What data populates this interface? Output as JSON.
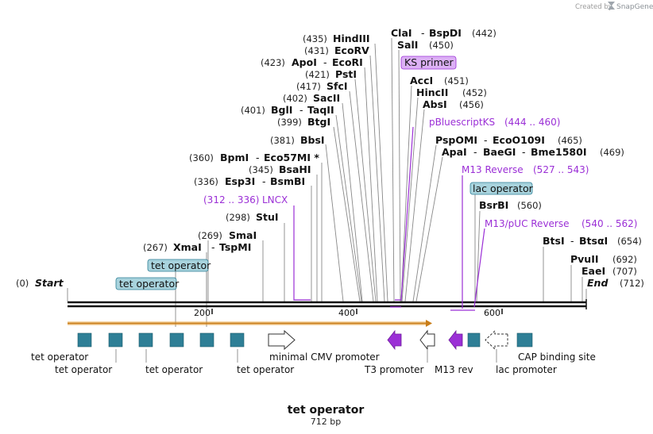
{
  "branding": {
    "text": "Created by",
    "name": "SnapGene"
  },
  "map": {
    "title": "tet operator",
    "length": "712 bp",
    "total_bp": 712
  },
  "ruler": {
    "ticks": [
      "200",
      "400",
      "600"
    ]
  },
  "ends": [
    {
      "pos": "(0)",
      "name": "Start",
      "bp": 0
    },
    {
      "pos": "(712)",
      "name": "End",
      "bp": 712
    }
  ],
  "sites": [
    {
      "pos": "(267)",
      "names": [
        "XmaI",
        "TspMI"
      ],
      "bp": 267
    },
    {
      "pos": "(269)",
      "names": [
        "SmaI"
      ],
      "bp": 269
    },
    {
      "pos": "(298)",
      "names": [
        "StuI"
      ],
      "bp": 298
    },
    {
      "pos": "(336)",
      "names": [
        "Esp3I",
        "BsmBI"
      ],
      "bp": 336
    },
    {
      "pos": "(345)",
      "names": [
        "BsaHI"
      ],
      "bp": 345
    },
    {
      "pos": "(360)",
      "names": [
        "BpmI",
        "Eco57MI *"
      ],
      "bp": 360
    },
    {
      "pos": "(381)",
      "names": [
        "BbsI"
      ],
      "bp": 381
    },
    {
      "pos": "(399)",
      "names": [
        "BtgI"
      ],
      "bp": 399
    },
    {
      "pos": "(401)",
      "names": [
        "BglI",
        "TaqII"
      ],
      "bp": 401
    },
    {
      "pos": "(402)",
      "names": [
        "SacII"
      ],
      "bp": 402
    },
    {
      "pos": "(417)",
      "names": [
        "SfcI"
      ],
      "bp": 417
    },
    {
      "pos": "(421)",
      "names": [
        "PstI"
      ],
      "bp": 421
    },
    {
      "pos": "(423)",
      "names": [
        "ApoI",
        "EcoRI"
      ],
      "bp": 423
    },
    {
      "pos": "(431)",
      "names": [
        "EcoRV"
      ],
      "bp": 431
    },
    {
      "pos": "(435)",
      "names": [
        "HindIII"
      ],
      "bp": 435
    },
    {
      "pos": "(442)",
      "names": [
        "ClaI",
        "BspDI"
      ],
      "bp": 442
    },
    {
      "pos": "(450)",
      "names": [
        "SalI"
      ],
      "bp": 450
    },
    {
      "pos": "(451)",
      "names": [
        "AccI"
      ],
      "bp": 451
    },
    {
      "pos": "(452)",
      "names": [
        "HincII"
      ],
      "bp": 452
    },
    {
      "pos": "(456)",
      "names": [
        "AbsI"
      ],
      "bp": 456
    },
    {
      "pos": "(465)",
      "names": [
        "PspOMI",
        "EcoO109I"
      ],
      "bp": 465
    },
    {
      "pos": "(469)",
      "names": [
        "ApaI",
        "BaeGI",
        "Bme1580I"
      ],
      "bp": 469
    },
    {
      "pos": "(560)",
      "names": [
        "BsrBI"
      ],
      "bp": 560
    },
    {
      "pos": "(654)",
      "names": [
        "BtsI",
        "BtsαI"
      ],
      "bp": 654
    },
    {
      "pos": "(692)",
      "names": [
        "PvuII"
      ],
      "bp": 692
    },
    {
      "pos": "(707)",
      "names": [
        "EaeI"
      ],
      "bp": 707
    }
  ],
  "purple_features": [
    {
      "name": "LNCX",
      "range": "(312 .. 336)"
    },
    {
      "name": "pBluescriptKS",
      "range": "(444 .. 460)"
    },
    {
      "name": "M13 Reverse",
      "range": "(527 .. 543)"
    },
    {
      "name": "M13/pUC Reverse",
      "range": "(540 .. 562)"
    }
  ],
  "boxed_labels": [
    "tet operator",
    "tet operator",
    "KS primer",
    "lac operator"
  ],
  "bottom_labels": [
    "tet operator",
    "tet operator",
    "tet operator",
    "tet operator",
    "minimal CMV promoter",
    "T3 promoter",
    "M13 rev",
    "lac promoter",
    "CAP binding site"
  ],
  "colors": {
    "teal": "#2e7f96",
    "purple": "#9b2fd6",
    "orange": "#e8a23a",
    "box_teal": "#a8d3dd",
    "box_purple": "#dcb0f5"
  }
}
